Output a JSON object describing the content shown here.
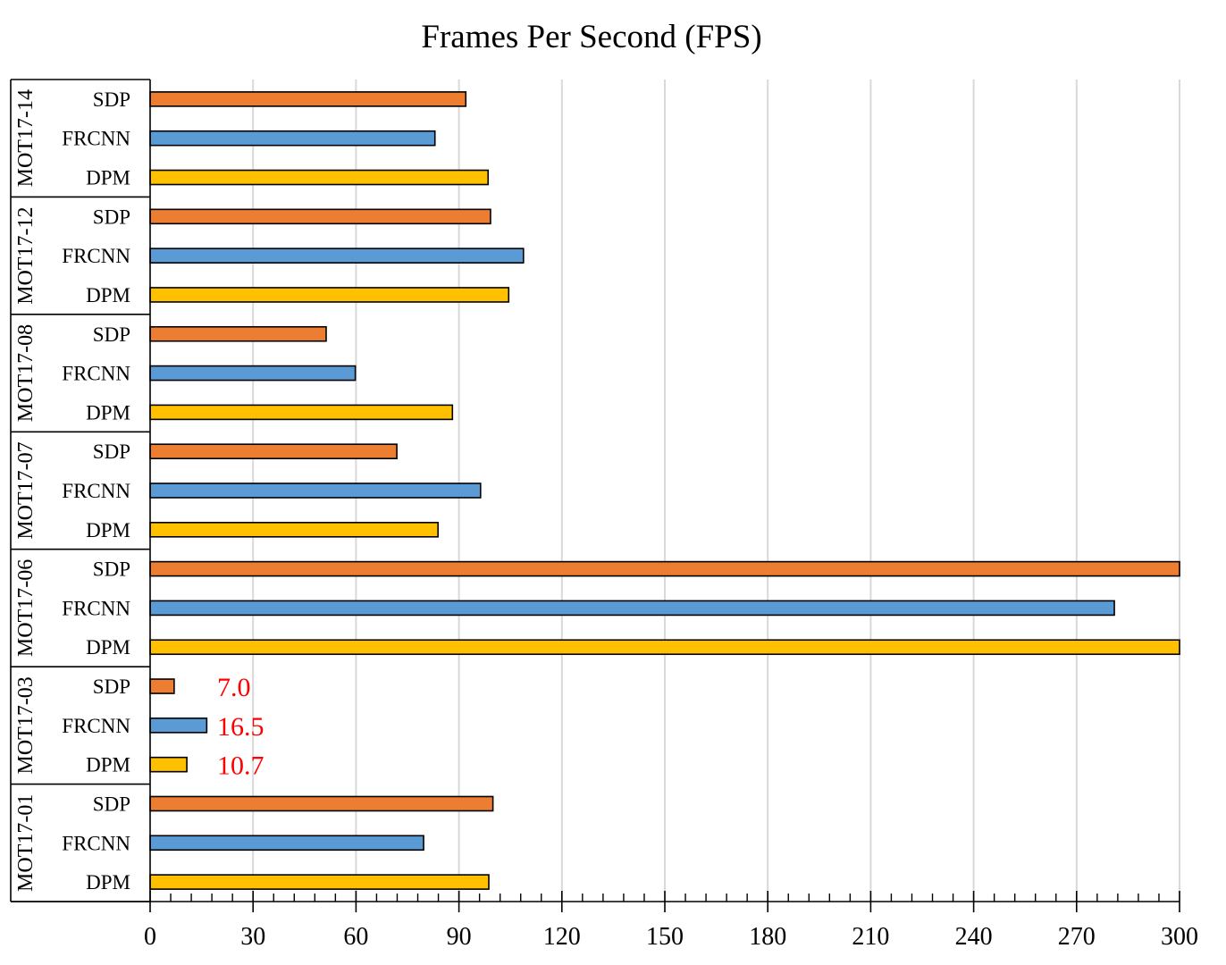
{
  "chart_data": {
    "type": "bar",
    "orientation": "horizontal",
    "title": "Frames Per Second (FPS)",
    "xlabel": "",
    "ylabel": "",
    "xlim": [
      0,
      300
    ],
    "x_ticks": [
      "0",
      "30",
      "60",
      "90",
      "120",
      "150",
      "180",
      "210",
      "240",
      "270",
      "300"
    ],
    "grid": "vertical",
    "legend": "none",
    "colors": {
      "SDP": "#ED7D31",
      "FRCNN": "#5B9BD5",
      "DPM": "#FFC000",
      "annotation": "#FF0000"
    },
    "groups": [
      {
        "name": "MOT17-14",
        "bars": [
          {
            "detector": "SDP",
            "value": 92
          },
          {
            "detector": "FRCNN",
            "value": 83
          },
          {
            "detector": "DPM",
            "value": 98.5
          }
        ]
      },
      {
        "name": "MOT17-12",
        "bars": [
          {
            "detector": "SDP",
            "value": 99.2
          },
          {
            "detector": "FRCNN",
            "value": 108.8
          },
          {
            "detector": "DPM",
            "value": 104.5
          }
        ]
      },
      {
        "name": "MOT17-08",
        "bars": [
          {
            "detector": "SDP",
            "value": 51.3
          },
          {
            "detector": "FRCNN",
            "value": 59.8
          },
          {
            "detector": "DPM",
            "value": 88.1
          }
        ]
      },
      {
        "name": "MOT17-07",
        "bars": [
          {
            "detector": "SDP",
            "value": 71.9
          },
          {
            "detector": "FRCNN",
            "value": 96.3
          },
          {
            "detector": "DPM",
            "value": 83.9
          }
        ]
      },
      {
        "name": "MOT17-06",
        "bars": [
          {
            "detector": "SDP",
            "value": 300
          },
          {
            "detector": "FRCNN",
            "value": 281
          },
          {
            "detector": "DPM",
            "value": 300
          }
        ]
      },
      {
        "name": "MOT17-03",
        "bars": [
          {
            "detector": "SDP",
            "value": 7.0,
            "label": "7.0"
          },
          {
            "detector": "FRCNN",
            "value": 16.5,
            "label": "16.5"
          },
          {
            "detector": "DPM",
            "value": 10.7,
            "label": "10.7"
          }
        ]
      },
      {
        "name": "MOT17-01",
        "bars": [
          {
            "detector": "SDP",
            "value": 99.9
          },
          {
            "detector": "FRCNN",
            "value": 79.7
          },
          {
            "detector": "DPM",
            "value": 98.7
          }
        ]
      }
    ]
  }
}
